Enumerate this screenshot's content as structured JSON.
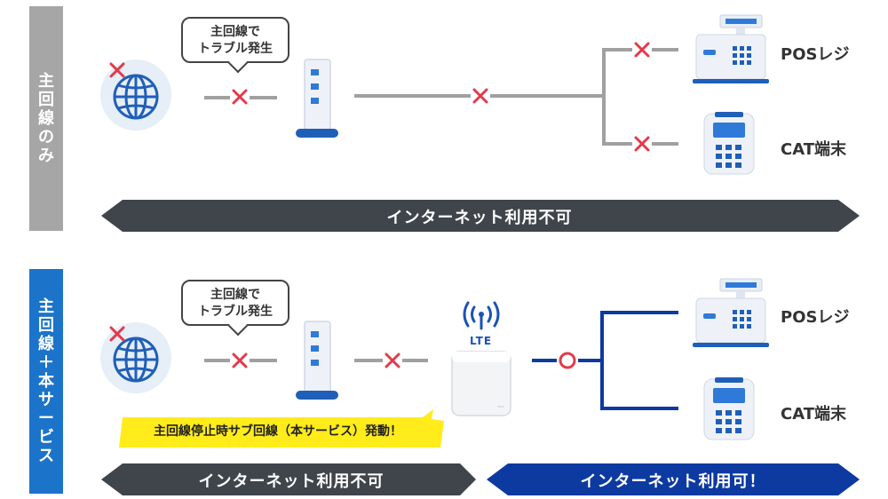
{
  "colors": {
    "gray_band": "#a6a6a6",
    "blue_band": "#1b74c9",
    "dark_arrow": "#3f454b",
    "blue_arrow": "#0d3aa0",
    "fail_red": "#e23a4a",
    "line_gray": "#a0a0a0",
    "line_blue": "#0d3aa0",
    "callout_yellow": "#ffec1a",
    "accent_blue": "#2f7ad8"
  },
  "top_section": {
    "label": [
      "主",
      "回",
      "線",
      "の",
      "み"
    ],
    "bubble_lines": [
      "主回線で",
      "トラブル発生"
    ],
    "pos_label": "POSレジ",
    "cat_label": "CAT端末",
    "status_arrow": "インターネット利用不可"
  },
  "bottom_section": {
    "label": [
      "主",
      "回",
      "線",
      "＋",
      "本",
      "サ",
      "ー",
      "ビ",
      "ス"
    ],
    "bubble_lines": [
      "主回線で",
      "トラブル発生"
    ],
    "lte_label": "LTE",
    "callout": "主回線停止時サブ回線（本サービス）発動！",
    "pos_label": "POSレジ",
    "cat_label": "CAT端末",
    "status_left": "インターネット利用不可",
    "status_right": "インターネット利用可！"
  },
  "icons": [
    "globe-icon",
    "router-icon",
    "pos-register-icon",
    "card-terminal-icon",
    "lte-router-icon",
    "antenna-icon",
    "fail-x-icon",
    "ok-circle-icon"
  ]
}
